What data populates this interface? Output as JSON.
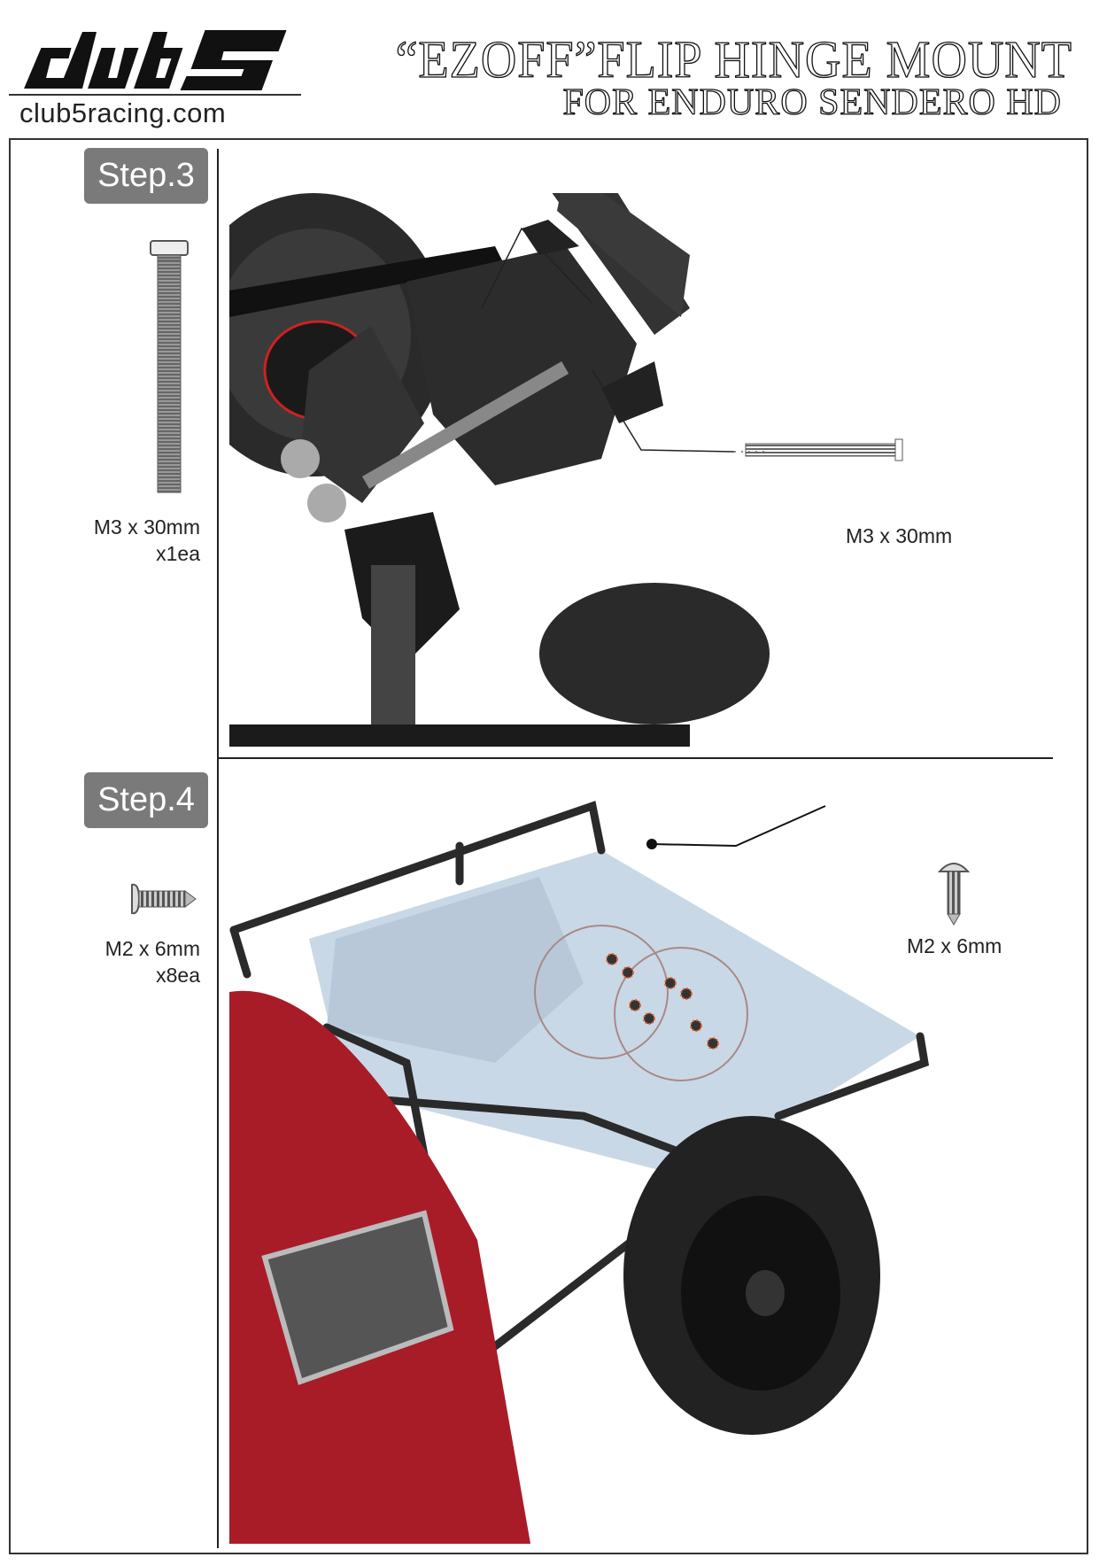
{
  "header": {
    "logo_text": "club5",
    "website": "club5racing.com",
    "title_line1": "“EZOFF”FLIP HINGE MOUNT",
    "title_line2": "FOR ENDURO SENDERO HD"
  },
  "steps": [
    {
      "label": "Step.3",
      "part_name": "M3 x 30mm",
      "part_qty": "x1ea",
      "callout": "M3 x 30mm"
    },
    {
      "label": "Step.4",
      "part_name": "M2 x 6mm",
      "part_qty": "x8ea",
      "callout": "M2 x 6mm"
    }
  ],
  "colors": {
    "badge": "#7a7a7a",
    "highlight_ring": "#e8622a"
  }
}
